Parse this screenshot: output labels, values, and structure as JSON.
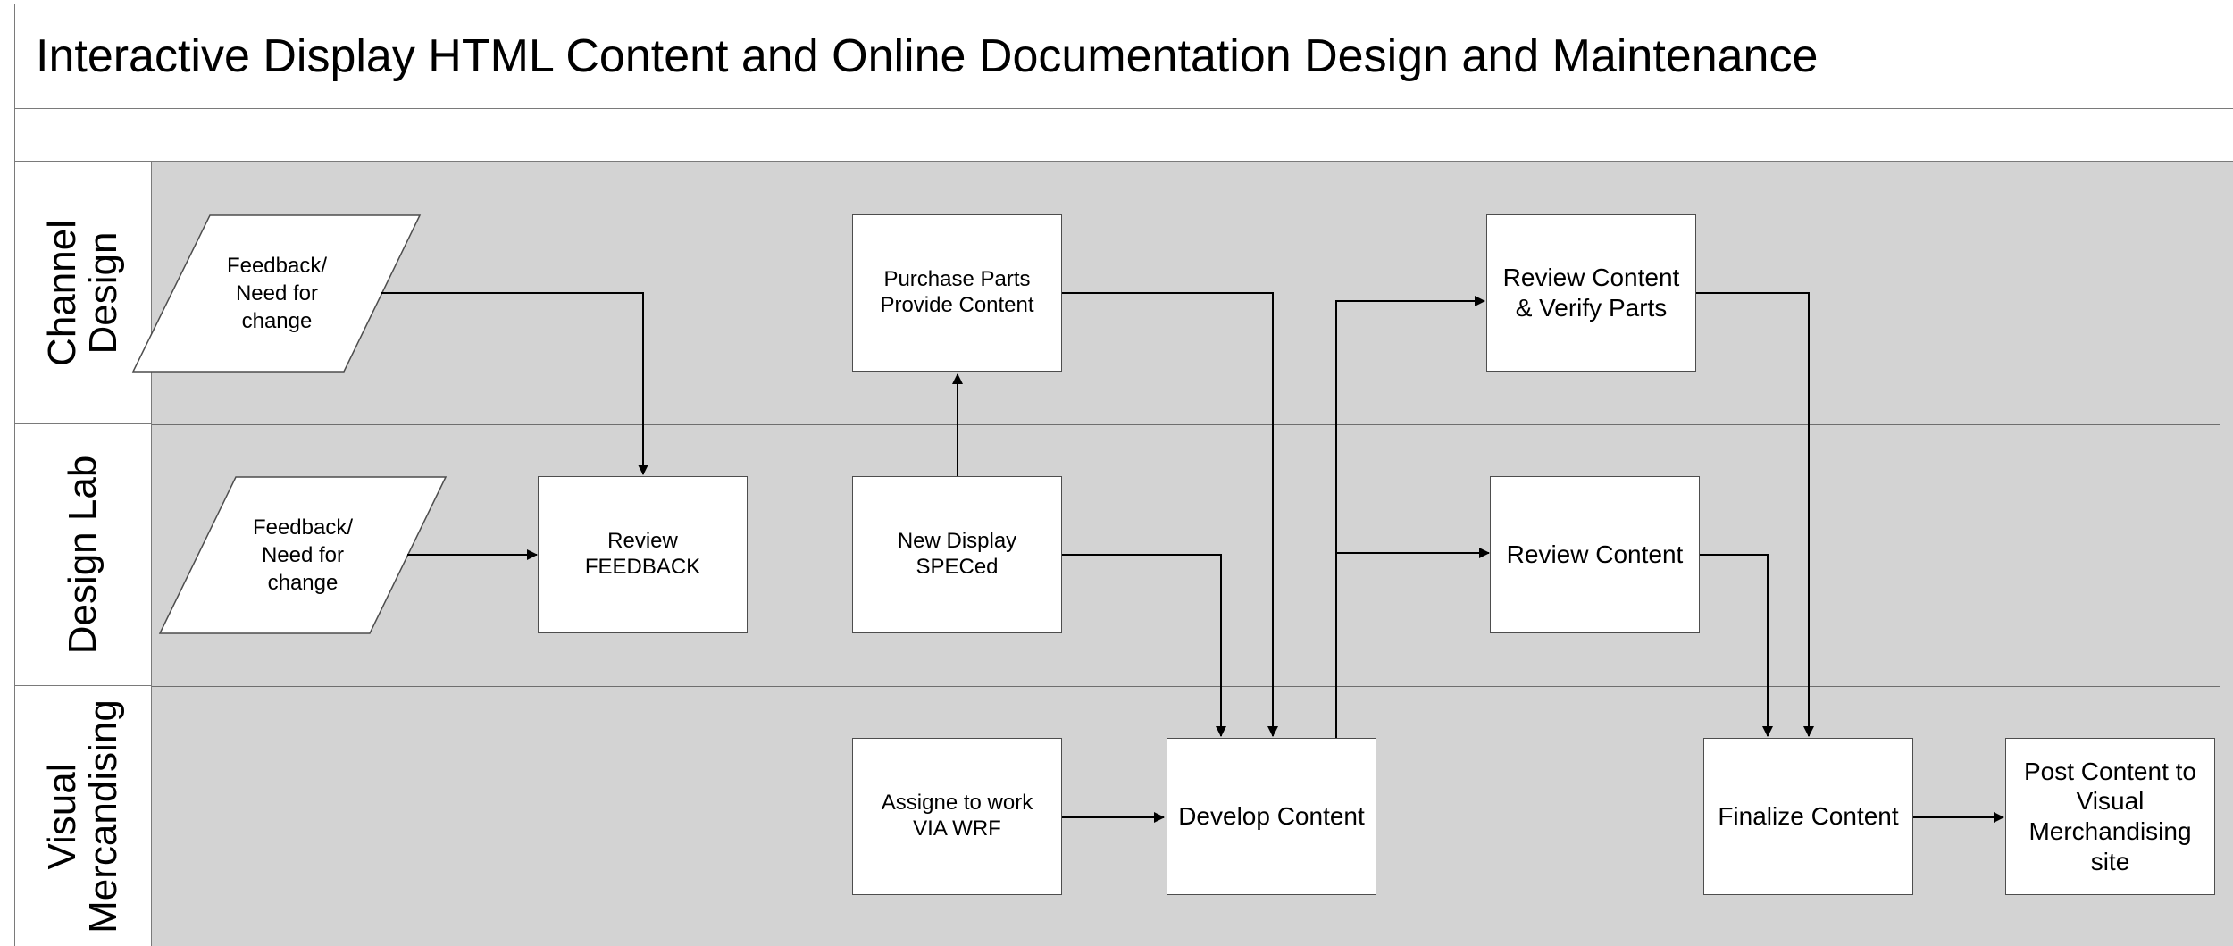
{
  "title": "Interactive Display HTML Content and Online Documentation Design and Maintenance",
  "lanes": [
    {
      "label": "Channel\nDesign"
    },
    {
      "label": "Design Lab"
    },
    {
      "label": "Visual\nMercandising"
    }
  ],
  "nodes": {
    "feedback_channel": "Feedback/\nNeed for\nchange",
    "purchase_parts": "Purchase Parts\nProvide Content",
    "review_verify": "Review Content\n& Verify Parts",
    "feedback_lab": "Feedback/\nNeed for\nchange",
    "review_feedback": "Review\nFEEDBACK",
    "new_display": "New Display\nSPECed",
    "review_content": "Review Content",
    "assign_work": "Assigne to work\nVIA WRF",
    "develop_content": "Develop Content",
    "finalize_content": "Finalize Content",
    "post_content": "Post Content to\nVisual\nMerchandising\nsite"
  },
  "edges": [
    {
      "from": "feedback_channel",
      "to": "review_feedback"
    },
    {
      "from": "feedback_lab",
      "to": "review_feedback"
    },
    {
      "from": "new_display",
      "to": "purchase_parts"
    },
    {
      "from": "new_display",
      "to": "develop_content"
    },
    {
      "from": "purchase_parts",
      "to": "develop_content"
    },
    {
      "from": "assign_work",
      "to": "develop_content"
    },
    {
      "from": "develop_content",
      "to": "review_verify"
    },
    {
      "from": "develop_content",
      "to": "review_content"
    },
    {
      "from": "review_verify",
      "to": "finalize_content"
    },
    {
      "from": "review_content",
      "to": "finalize_content"
    },
    {
      "from": "finalize_content",
      "to": "post_content"
    }
  ],
  "colors": {
    "lane_background": "#d3d3d3",
    "node_fill": "#ffffff",
    "line": "#000000"
  }
}
